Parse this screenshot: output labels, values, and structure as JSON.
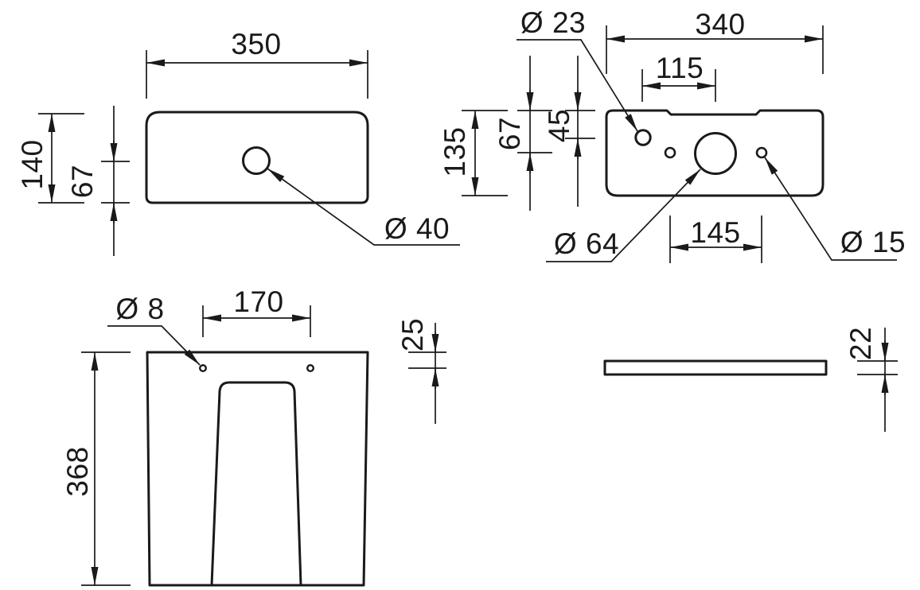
{
  "drawing": {
    "kind": "technical-dimension-drawing",
    "background_color": "#ffffff",
    "line_color": "#1a1a1a"
  },
  "views": {
    "lid_top": {
      "dims": {
        "width": "350",
        "height": "140",
        "hole_offset": "67",
        "hole_diameter": "Ø 40"
      }
    },
    "tank_bottom": {
      "dims": {
        "width": "340",
        "top_hole_spacing": "115",
        "depth": "135",
        "side_hole_drop": "67",
        "inlet_hole_drop": "45",
        "bottom_hole_spacing": "145",
        "inlet_hole_diameter": "Ø 23",
        "flush_hole_diameter": "Ø 64",
        "fixing_hole_diameter": "Ø 15"
      }
    },
    "pedestal_back": {
      "dims": {
        "hole_spacing": "170",
        "fixing_hole_diameter": "Ø 8",
        "height": "368",
        "hole_drop": "25"
      }
    },
    "lid_side": {
      "dims": {
        "thickness": "22"
      }
    }
  }
}
